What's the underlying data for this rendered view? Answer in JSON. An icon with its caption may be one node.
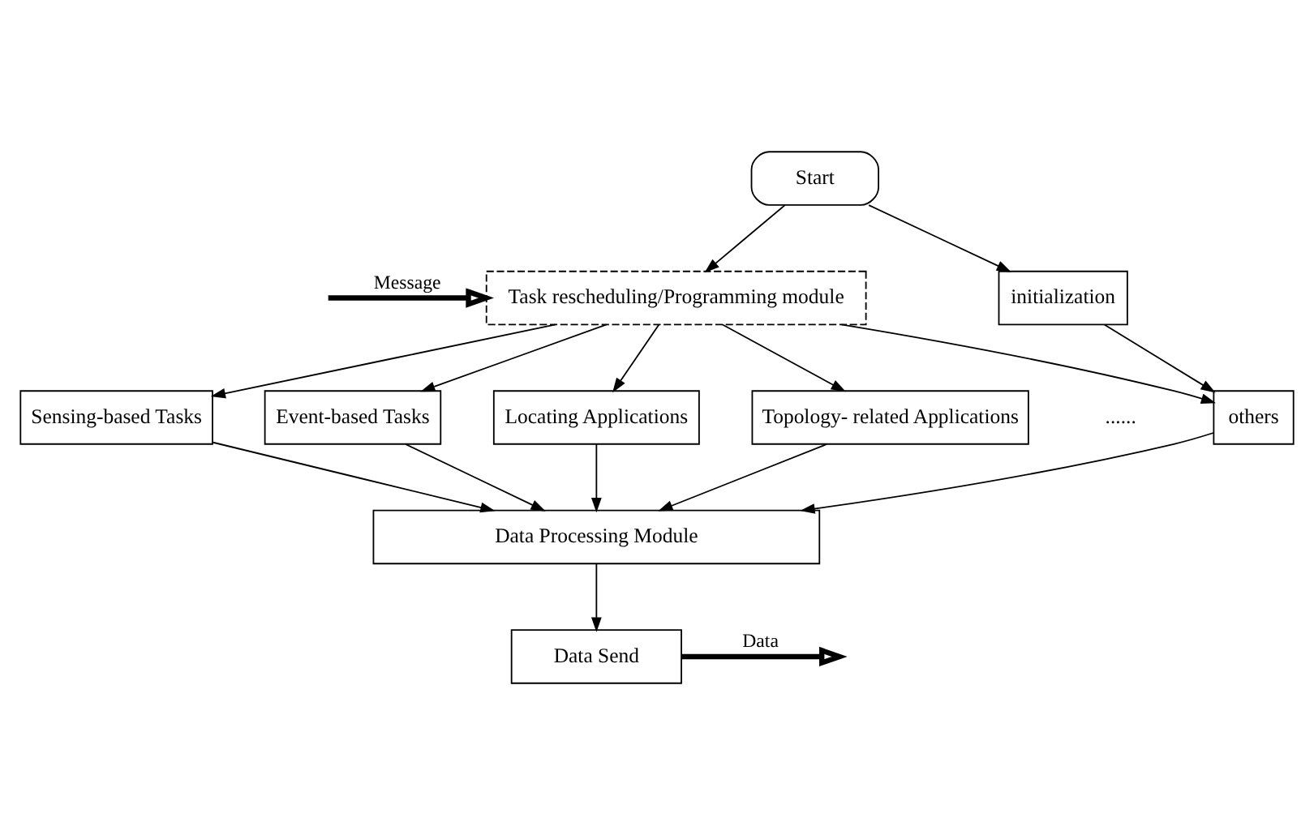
{
  "diagram": {
    "nodes": [
      {
        "text": [
          "Start"
        ]
      },
      {
        "text": [
          "Task rescheduling/Programming module"
        ]
      },
      {
        "text": [
          "initialization"
        ]
      },
      {
        "text": [
          "Sensing-based Tasks"
        ]
      },
      {
        "text": [
          "Event-based Tasks"
        ]
      },
      {
        "text": [
          "Locating Applications"
        ]
      },
      {
        "text": [
          "Topology- related Applications"
        ]
      },
      {
        "text": [
          "others"
        ]
      },
      {
        "text": [
          "Data Processing Module"
        ]
      },
      {
        "text": [
          "Data Send"
        ]
      }
    ],
    "edges": [
      {
        "from": 0,
        "to": 1,
        "arrow": "to"
      },
      {
        "from": 0,
        "to": 2,
        "arrow": "to"
      },
      {
        "from": null,
        "to": 1,
        "arrow": "to",
        "label": "Message",
        "style": "thick"
      },
      {
        "from": 1,
        "to": 3,
        "arrow": "to"
      },
      {
        "from": 1,
        "to": 4,
        "arrow": "to"
      },
      {
        "from": 1,
        "to": 5,
        "arrow": "to"
      },
      {
        "from": 1,
        "to": 6,
        "arrow": "to"
      },
      {
        "from": 1,
        "to": 7,
        "arrow": "to"
      },
      {
        "from": 2,
        "to": 7,
        "arrow": "to"
      },
      {
        "from": 3,
        "to": 8,
        "arrow": "to"
      },
      {
        "from": 4,
        "to": 8,
        "arrow": "to"
      },
      {
        "from": 5,
        "to": 8,
        "arrow": "to"
      },
      {
        "from": 6,
        "to": 8,
        "arrow": "to"
      },
      {
        "from": 7,
        "to": 8,
        "arrow": "to"
      },
      {
        "from": 8,
        "to": 9,
        "arrow": "to"
      },
      {
        "from": 9,
        "to": null,
        "arrow": "to",
        "label": "Data",
        "style": "thick"
      }
    ],
    "labels": [
      "......"
    ]
  }
}
